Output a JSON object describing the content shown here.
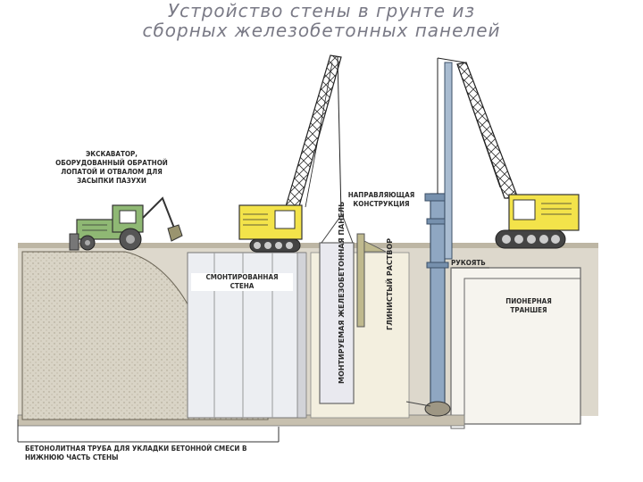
{
  "title": {
    "line1": "Устройство стены в грунте из",
    "line2": "сборных железобетонных панелей"
  },
  "labels": {
    "excavator": "Экскаватор, оборудованный обратной лопатой и отвалом для засыпки пазухи",
    "guide": "Направляющая конструкция",
    "mounted_wall": "Смонтированная стена",
    "panel": "Монтируемая железобетонная панель",
    "clay_mortar": "Глинистый раствор",
    "handle": "Рукоять",
    "pioneer_trench": "Пионерная траншея",
    "concrete_pipe": "Бетонолитная труба для укладки бетонной смеси в нижнюю часть стены"
  },
  "colors": {
    "machine_yellow": "#f3e34a",
    "tractor_green": "#8fb874",
    "soil": "#d8d2c4",
    "clay_mortar_fill": "#f0ecdc",
    "panel_fill": "#e9e9ef",
    "pipe_blue": "#8fa7c2",
    "title": "#7a7a86"
  }
}
